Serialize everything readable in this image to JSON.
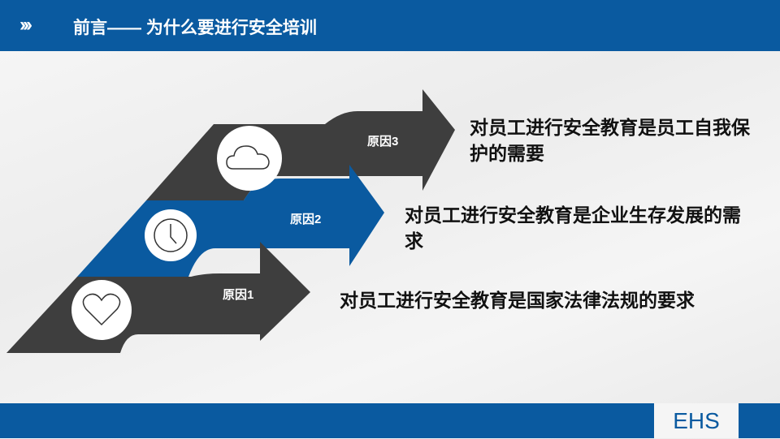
{
  "header": {
    "icon": "triple-chevron-right",
    "chevrons": "›››",
    "title": "前言—— 为什么要进行安全培训"
  },
  "colors": {
    "brand_blue": "#0a5aa0",
    "dark_gray": "#3e3e3e"
  },
  "reasons": [
    {
      "label": "原因1",
      "icon": "heart-icon",
      "text": "对员工进行安全教育是国家法律法规的要求"
    },
    {
      "label": "原因2",
      "icon": "clock-icon",
      "text": "对员工进行安全教育是企业生存发展的需求"
    },
    {
      "label": "原因3",
      "icon": "cloud-icon",
      "text": "对员工进行安全教育是员工自我保护的需要"
    }
  ],
  "footer": {
    "badge": "EHS"
  }
}
